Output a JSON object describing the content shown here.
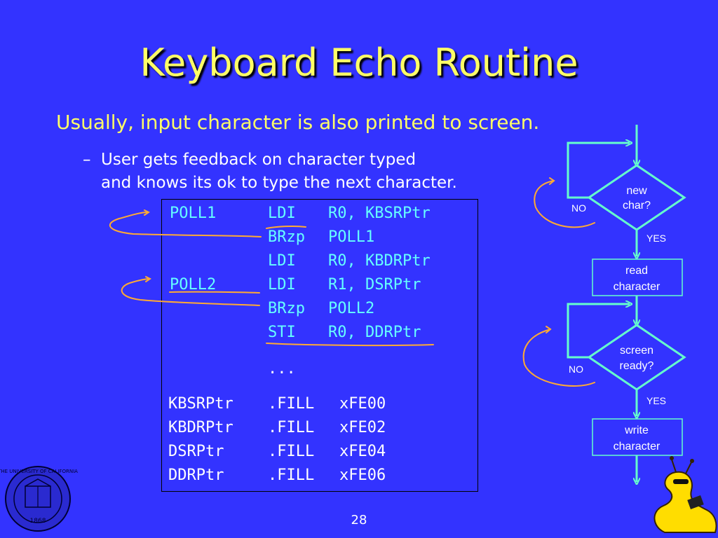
{
  "title": "Keyboard Echo Routine",
  "bullet": "Usually, input character is also printed to screen.",
  "subbullet": {
    "dash": "–",
    "line1": "User gets feedback on character typed",
    "line2": "and knows its ok to type the next character."
  },
  "code": {
    "rows": [
      {
        "label": "POLL1",
        "op": "LDI",
        "args": "R0, KBSRPtr"
      },
      {
        "label": "",
        "op": "BRzp",
        "args": "POLL1"
      },
      {
        "label": "",
        "op": "LDI",
        "args": "R0, KBDRPtr"
      },
      {
        "label": "POLL2",
        "op": "LDI",
        "args": "R1, DSRPtr"
      },
      {
        "label": "",
        "op": "BRzp",
        "args": "POLL2"
      },
      {
        "label": "",
        "op": "STI",
        "args": "R0, DDRPtr"
      }
    ],
    "ellipsis": "...",
    "fills": [
      {
        "label": "KBSRPtr",
        "op": ".FILL",
        "args": "xFE00"
      },
      {
        "label": "KBDRPtr",
        "op": ".FILL",
        "args": "xFE02"
      },
      {
        "label": "DSRPtr",
        "op": ".FILL",
        "args": "xFE04"
      },
      {
        "label": "DDRPtr",
        "op": ".FILL",
        "args": "xFE06"
      }
    ]
  },
  "flowchart": {
    "decision1_line1": "new",
    "decision1_line2": "char?",
    "no1": "NO",
    "yes1": "YES",
    "process1_line1": "read",
    "process1_line2": "character",
    "decision2_line1": "screen",
    "decision2_line2": "ready?",
    "no2": "NO",
    "yes2": "YES",
    "process2_line1": "write",
    "process2_line2": "character"
  },
  "seal": {
    "text_top": "THE UNIVERSITY OF CALIFORNIA",
    "year": "1868"
  },
  "page_number": "28",
  "colors": {
    "background": "#3333ff",
    "title": "#ffff66",
    "code_cyan": "#66ffff",
    "flow_teal": "#66ffcc",
    "annotation_orange": "#ffaa33"
  }
}
